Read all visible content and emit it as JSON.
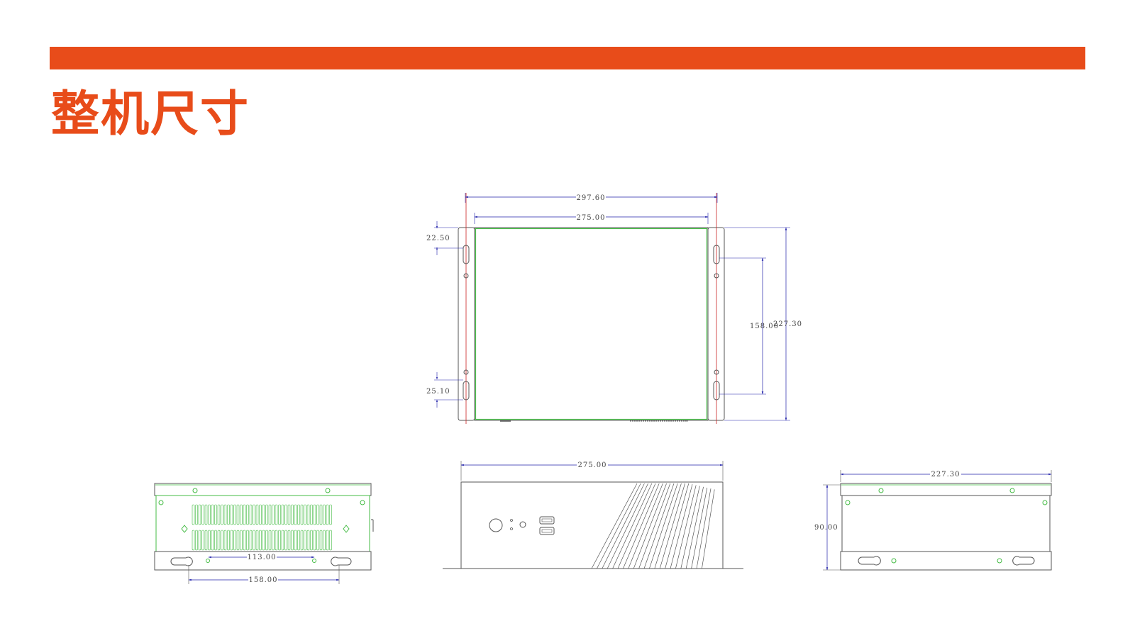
{
  "header": {
    "title": "整机尺寸",
    "accent_color": "#E84C1A"
  },
  "drawing": {
    "colors": {
      "outline": "#555555",
      "green": "#44bb44",
      "dimension": "#2222aa",
      "centerline": "#cc2222",
      "label": "#444444"
    },
    "top_view": {
      "dims": {
        "overall_width": "297.60",
        "inner_width": "275.00",
        "overall_height": "227.30",
        "hole_spacing": "158.00",
        "top_offset": "22.50",
        "bottom_offset": "25.10"
      }
    },
    "front_view": {
      "dims": {
        "width": "275.00"
      }
    },
    "left_view": {
      "dims": {
        "hole_spacing": "113.00",
        "bracket_spacing": "158.00"
      }
    },
    "right_view": {
      "dims": {
        "width": "227.30",
        "height": "90.00"
      }
    }
  }
}
